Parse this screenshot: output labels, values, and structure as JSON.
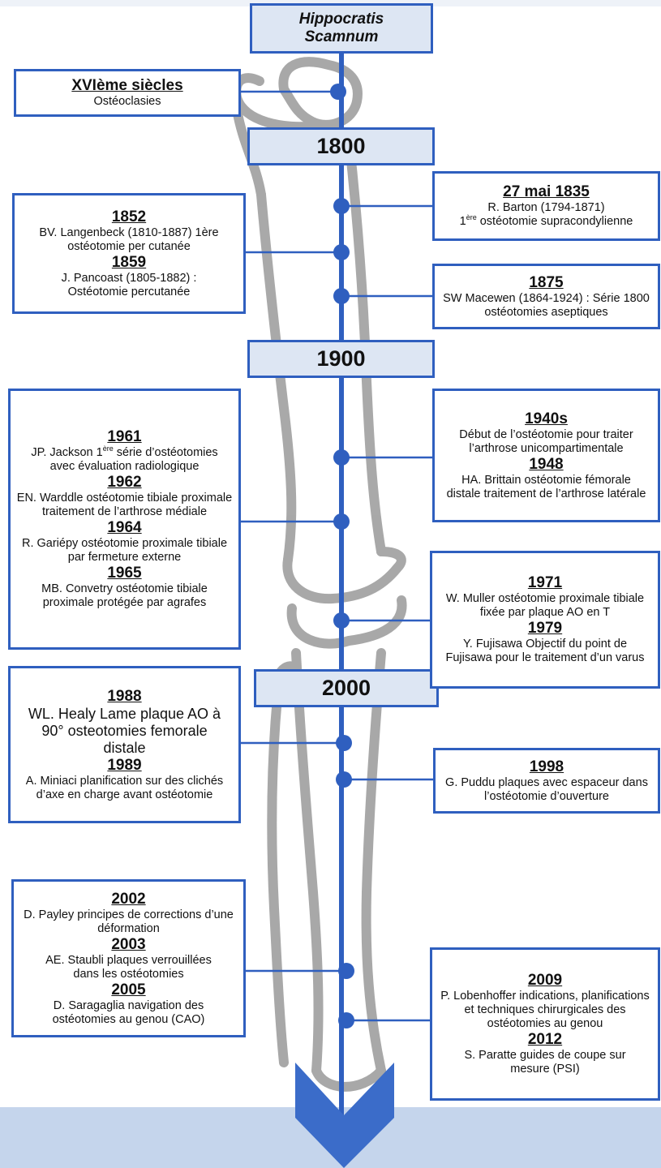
{
  "colors": {
    "accent": "#2f5fbf",
    "era_fill": "#dde6f3",
    "bone_gray": "#9a9a9a",
    "bottom_band": "#c5d5ec"
  },
  "eras": {
    "top": {
      "line1": "Hippocratis",
      "line2": "Scamnum"
    },
    "e1800": "1800",
    "e1900": "1900",
    "e2000": "2000"
  },
  "events": {
    "xvi": {
      "year": "XVIème siècles",
      "text": "Ostéoclasies"
    },
    "barton": {
      "year": "27 mai 1835",
      "line1": "R. Barton (1794-1871)",
      "line2_pre": "1",
      "line2_sup": "ère",
      "line2_post": " ostéotomie supracondylienne"
    },
    "y1852": {
      "year": "1852",
      "text": "BV. Langenbeck (1810-1887) 1ère ostéotomie per cutanée"
    },
    "y1859": {
      "year": "1859",
      "text": "J. Pancoast (1805-1882) : Ostéotomie percutanée"
    },
    "y1875": {
      "year": "1875",
      "text": "SW Macewen (1864-1924) : Série 1800 ostéotomies aseptiques"
    },
    "y1961": {
      "year": "1961",
      "text_pre": "JP. Jackson 1",
      "text_sup": "ère",
      "text_post": " série d’ostéotomies avec évaluation radiologique"
    },
    "y1962": {
      "year": "1962",
      "text": "EN. Warddle ostéotomie tibiale proximale traitement de l’arthrose médiale"
    },
    "y1964": {
      "year": "1964",
      "text": "R. Gariépy ostéotomie proximale tibiale par fermeture externe"
    },
    "y1965": {
      "year": "1965",
      "text": "MB. Convetry ostéotomie tibiale proximale protégée par agrafes"
    },
    "y1940s": {
      "year": "1940s",
      "text": "Début de l’ostéotomie pour traiter l’arthrose unicompartimentale"
    },
    "y1948": {
      "year": "1948",
      "text": "HA. Brittain ostéotomie fémorale distale traitement de l’arthrose latérale"
    },
    "y1971": {
      "year": "1971",
      "text": "W. Muller ostéotomie proximale tibiale fixée par plaque AO en T"
    },
    "y1979": {
      "year": "1979",
      "text": "Y. Fujisawa Objectif du point de Fujisawa pour le traitement d’un varus"
    },
    "y1988": {
      "year": "1988",
      "text": "WL. Healy Lame plaque AO à 90° osteotomies femorale distale"
    },
    "y1989": {
      "year": "1989",
      "text": "A. Miniaci planification sur des clichés d’axe en charge avant ostéotomie"
    },
    "y1998": {
      "year": "1998",
      "text": "G. Puddu plaques avec espaceur dans l’ostéotomie d’ouverture"
    },
    "y2002": {
      "year": "2002",
      "text": "D. Payley principes de corrections d’une déformation"
    },
    "y2003": {
      "year": "2003",
      "text": "AE. Staubli plaques verrouillées dans les ostéotomies"
    },
    "y2005": {
      "year": "2005",
      "text": "D. Saragaglia navigation des ostéotomies au genou (CAO)"
    },
    "y2009": {
      "year": "2009",
      "text": "P. Lobenhoffer indications, planifications et techniques chirurgicales des ostéotomies au genou"
    },
    "y2012": {
      "year": "2012",
      "text": "S. Paratte guides de coupe sur mesure (PSI)"
    }
  }
}
